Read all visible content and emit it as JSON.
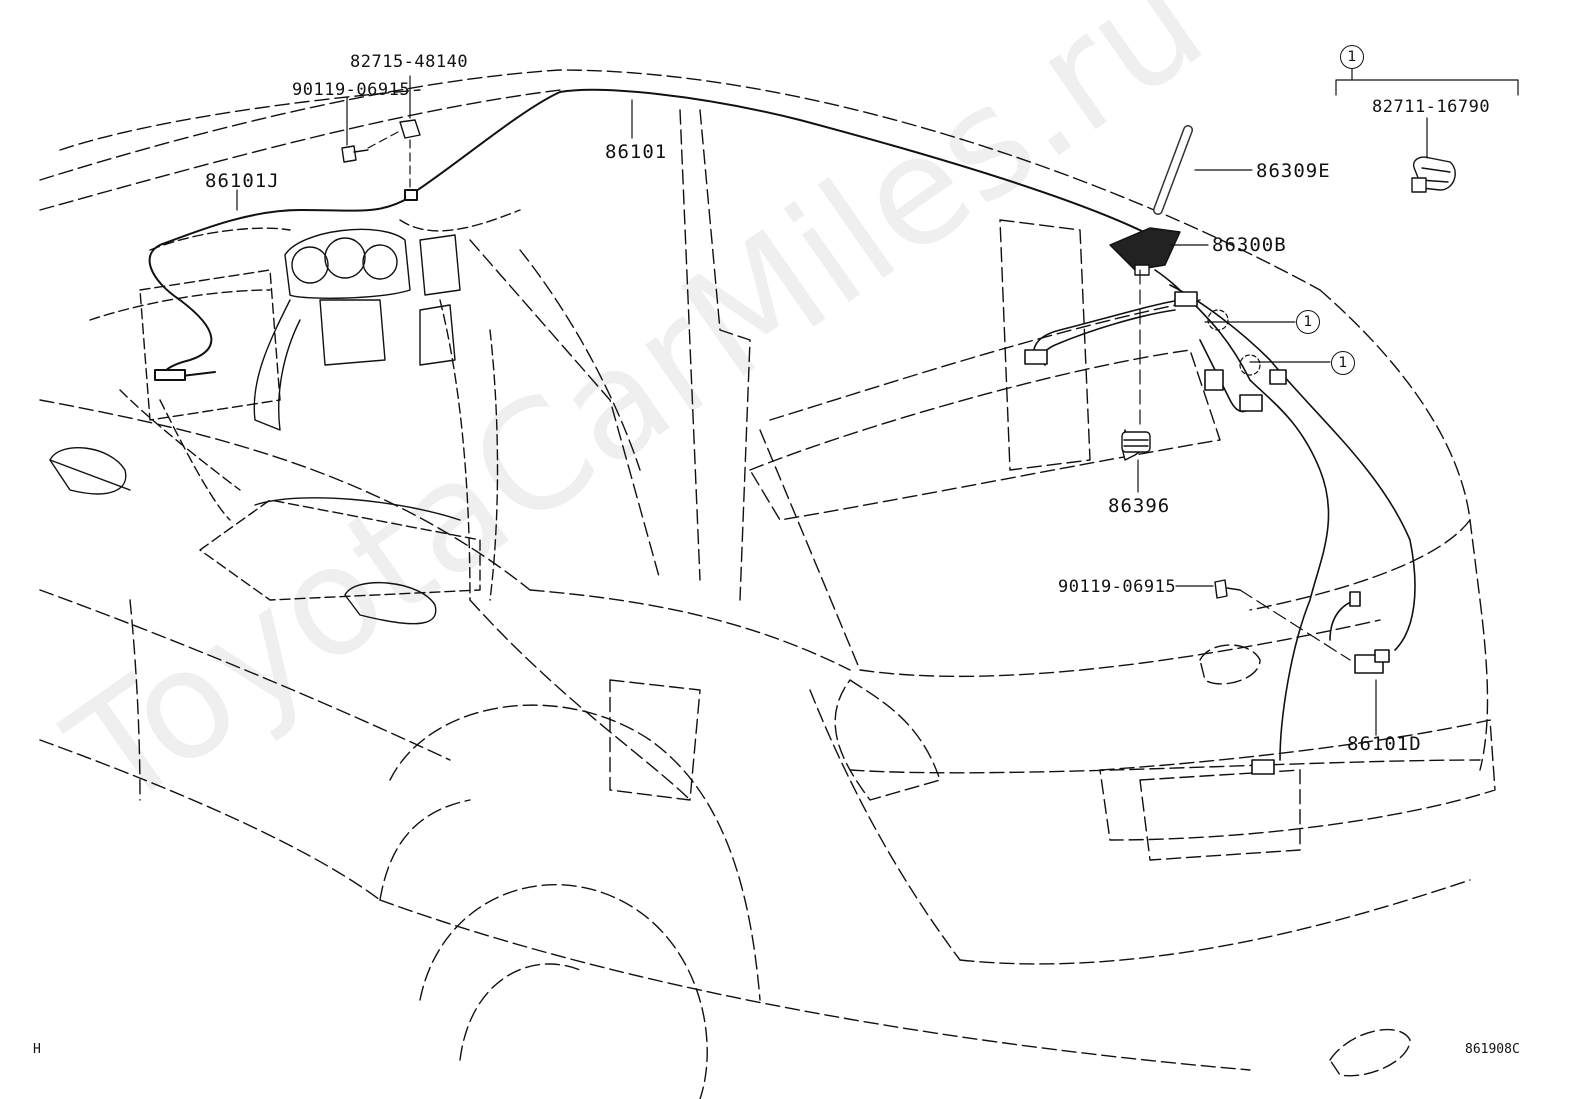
{
  "diagram": {
    "watermark": "ToyotaCarMiles.ru",
    "corner_left": "H",
    "corner_right": "861908C",
    "callout_number": "1",
    "parts": {
      "p82715": "82715-48140",
      "p90119_top": "90119-06915",
      "p86101J": "86101J",
      "p86101": "86101",
      "p86309E": "86309E",
      "p86300B": "86300B",
      "p86396": "86396",
      "p90119_mid": "90119-06915",
      "p86101D": "86101D",
      "p82711": "82711-16790"
    }
  }
}
